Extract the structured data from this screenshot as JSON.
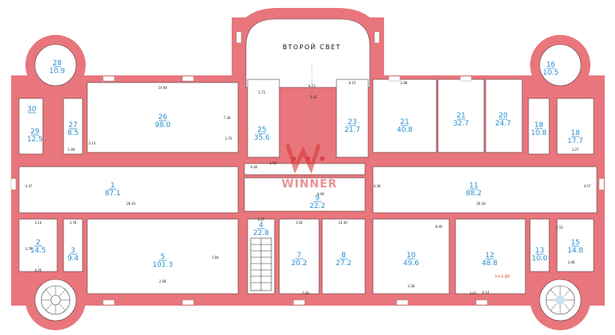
{
  "plan": {
    "double_light_label": "ВТОРОЙ СВЕТ",
    "watermark": "WINNER",
    "level_mark": "h=2.80",
    "rooms": [
      {
        "id": "r1",
        "num": "1",
        "area": "87.1"
      },
      {
        "id": "r2",
        "num": "2",
        "area": "14.5"
      },
      {
        "id": "r3",
        "num": "3",
        "area": "9.4"
      },
      {
        "id": "r4",
        "num": "4",
        "area": "22.8"
      },
      {
        "id": "r5",
        "num": "5",
        "area": "101.3"
      },
      {
        "id": "r7",
        "num": "7",
        "area": "20.2"
      },
      {
        "id": "r8",
        "num": "8",
        "area": "27.2"
      },
      {
        "id": "r9",
        "num": "9",
        "area": "22.2"
      },
      {
        "id": "r10",
        "num": "10",
        "area": "49.6"
      },
      {
        "id": "r11",
        "num": "11",
        "area": "88.2"
      },
      {
        "id": "r12",
        "num": "12",
        "area": "48.8"
      },
      {
        "id": "r13",
        "num": "13",
        "area": "10.0"
      },
      {
        "id": "r15",
        "num": "15",
        "area": "14.8"
      },
      {
        "id": "r16",
        "num": "16",
        "area": "10.5"
      },
      {
        "id": "r17",
        "num": "18",
        "area": "17.7"
      },
      {
        "id": "r18",
        "num": "18",
        "area": "10.8"
      },
      {
        "id": "r20",
        "num": "20",
        "area": "24.7"
      },
      {
        "id": "r21",
        "num": "21",
        "area": "32.7"
      },
      {
        "id": "r22",
        "num": "21",
        "area": "40.8"
      },
      {
        "id": "r23",
        "num": "23",
        "area": "21.7"
      },
      {
        "id": "r25",
        "num": "25",
        "area": "35.6"
      },
      {
        "id": "r26",
        "num": "26",
        "area": "98.0"
      },
      {
        "id": "r27",
        "num": "27",
        "area": "8.5"
      },
      {
        "id": "r28",
        "num": "28",
        "area": "10.9"
      },
      {
        "id": "r29",
        "num": "29",
        "area": "12.5"
      },
      {
        "id": "r30",
        "num": "30",
        "area": ""
      }
    ],
    "dimensions": [
      "14.64",
      "7.38",
      "5.72",
      "6.15",
      "2.70",
      "9.73",
      "3.43",
      "1.93",
      "1.84",
      "3.13",
      "2.88",
      "4.37",
      "28.43",
      "26.18",
      "4.38",
      "4.57",
      "3.14",
      "3.78",
      "3.87",
      "3.82",
      "14.30",
      "2.68",
      "7.84",
      "3.38",
      "8.40",
      "7.69",
      "3.01",
      "6.14",
      "4.52",
      "3.27",
      "2.86",
      "3.79",
      "4.26",
      "6.99",
      "0.40"
    ]
  }
}
